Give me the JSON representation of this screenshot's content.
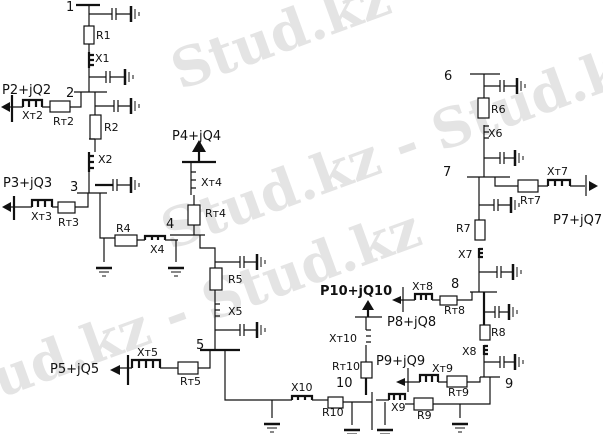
{
  "watermark": "Stud.kz - Stud.kz",
  "nodes": [
    "1",
    "2",
    "3",
    "4",
    "5",
    "6",
    "7",
    "8",
    "9",
    "10"
  ],
  "branches": {
    "r1": "R1",
    "x1": "X1",
    "r2": "R2",
    "x2": "X2",
    "r4": "R4",
    "x4": "X4",
    "r5": "R5",
    "x5": "X5",
    "r6": "R6",
    "x6": "X6",
    "r7": "R7",
    "x7": "X7",
    "r8": "R8",
    "x8": "X8",
    "r9": "R9",
    "x9": "X9",
    "r10": "R10",
    "x10": "X10"
  },
  "transformers": {
    "xt2": "Xт2",
    "rt2": "Rт2",
    "xt3": "Xт3",
    "rt3": "Rт3",
    "xt4": "Xт4",
    "rt4": "Rт4",
    "xt5": "Xт5",
    "rt5": "Rт5",
    "xt7": "Xт7",
    "rt7": "Rт7",
    "xt8": "Xт8",
    "rt8": "Rт8",
    "xt9": "Xт9",
    "rt9": "Rт9",
    "xt10": "Xт10",
    "rt10": "Rт10"
  },
  "loads": {
    "p2": "P2+jQ2",
    "p3": "P3+jQ3",
    "p4": "P4+jQ4",
    "p5": "P5+jQ5",
    "p7": "P7+jQ7",
    "p8": "P8+jQ8",
    "p9": "P9+jQ9",
    "p10": "P10+jQ10"
  }
}
